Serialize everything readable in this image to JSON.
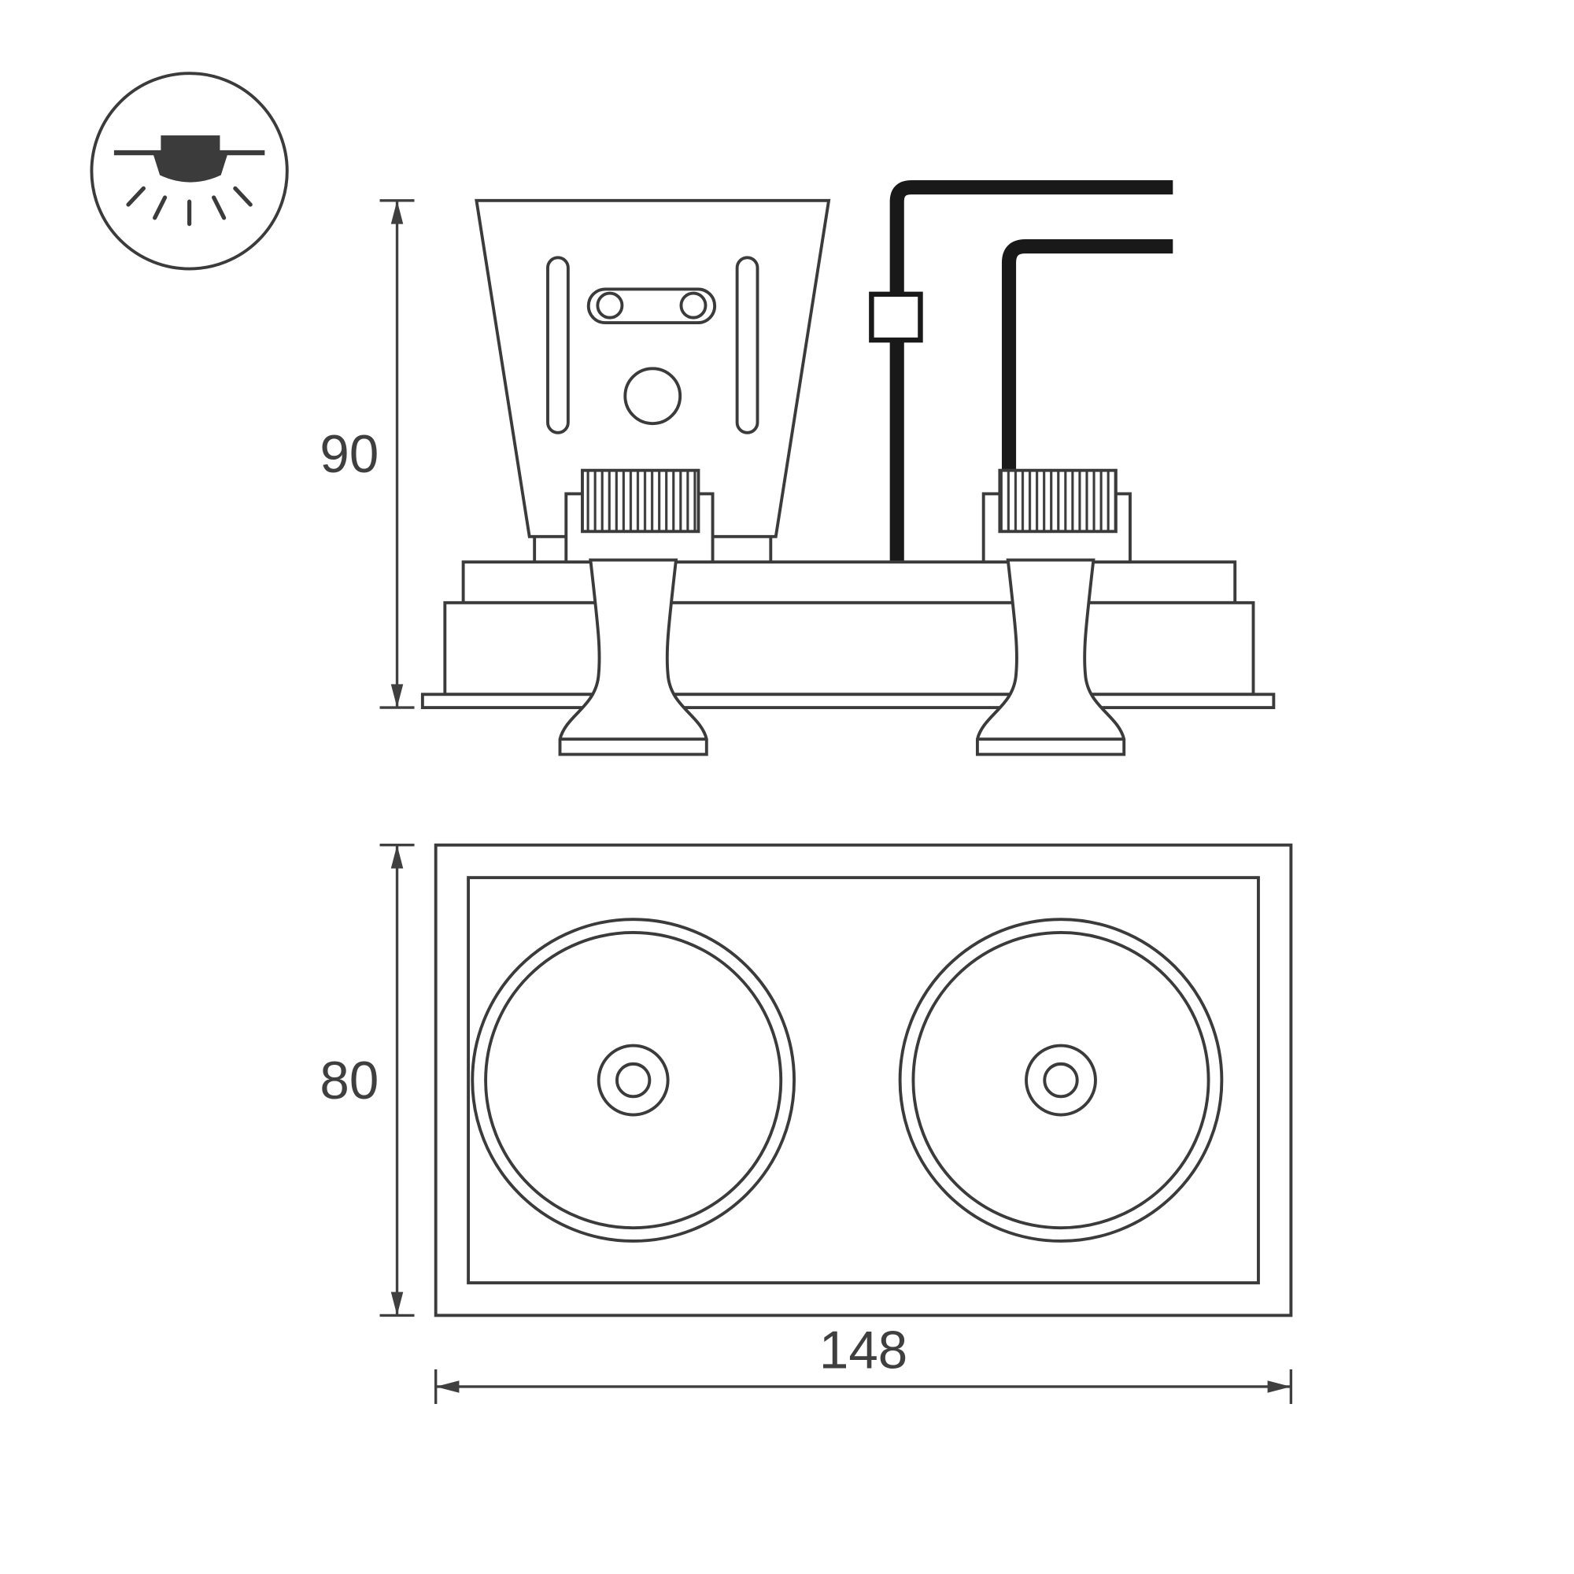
{
  "drawing": {
    "type": "technical-drawing",
    "subject": "double-recessed-downlight",
    "icon": {
      "name": "recessed-downlight-symbol"
    },
    "dimensions": {
      "side_height": {
        "value": "90"
      },
      "front_height": {
        "value": "80"
      },
      "front_width": {
        "value": "148"
      }
    },
    "colors": {
      "line": "#3b3b3b",
      "cable": "#191919",
      "text": "#3f3f3f",
      "background": "#ffffff"
    }
  }
}
